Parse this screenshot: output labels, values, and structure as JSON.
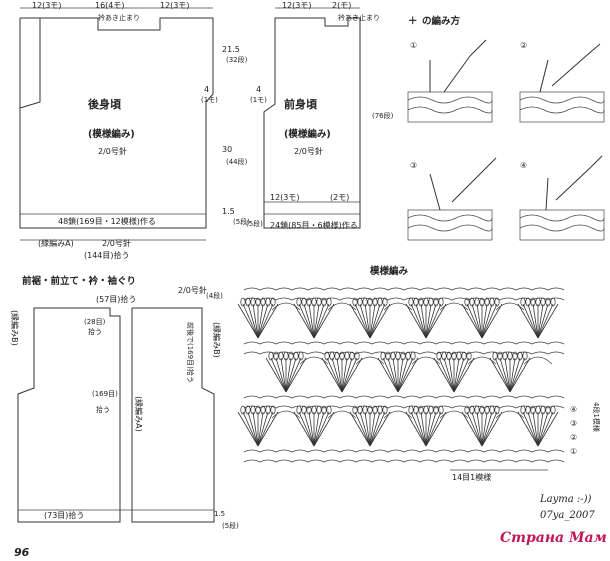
{
  "back": {
    "title": "後身頃",
    "stitch": "(模様編み)",
    "hook": "2/0号針",
    "top_left": "12(3モ)",
    "top_mid": "16(4モ)",
    "top_right": "12(3モ)",
    "shoulder_note": "衿あき止まり",
    "side_mod": "4",
    "side_mod_unit": "(1モ)",
    "h1": "21.5",
    "h1_rows": "(32段)",
    "h2": "30",
    "h2_rows": "(44段)",
    "h3": "1.5",
    "h3_rows": "(5段)",
    "chain": "48鎖(169目・12模様)作る",
    "edge": "(縁編みA)",
    "edge_hook": "2/0号針",
    "pick": "(144目)拾う"
  },
  "front": {
    "title": "前身頃",
    "stitch": "(模様編み)",
    "hook": "2/0号針",
    "top_left": "12(3モ)",
    "top_right": "2(モ)",
    "shoulder_note": "衿あき止まり",
    "side_mod": "4",
    "side_mod_unit": "(1モ)",
    "h_total": "(76段)",
    "bottom_a": "12(3モ)",
    "bottom_b": "(2モ)",
    "chain": "24鎖(85目・6模様)作る",
    "h3_rows": "(5段)"
  },
  "edging": {
    "title": "前裾・前立て・衿・袖ぐり",
    "hook": "2/0号針",
    "left_label": "(縁編みB)",
    "top_pick": "(57目)拾う",
    "pick_28": "(28目)",
    "pick_28b": "拾う",
    "pick_169": "(169目)",
    "pick_169b": "拾う",
    "edge_a": "(縁編みA)",
    "right_rows": "(4段)",
    "right_pick": "前後で(169目)拾う",
    "right_label": "(縁編みB)",
    "bottom_pick": "(73目)拾う",
    "bottom_rows": "1.5",
    "bottom_rows_unit": "(5段)"
  },
  "howto": {
    "title": "の編み方",
    "steps": [
      "①",
      "②",
      "③",
      "④"
    ]
  },
  "pattern": {
    "title": "模様編み",
    "rows": [
      "④",
      "③",
      "②",
      "①"
    ],
    "rows_label": "4段1模様",
    "repeat": "14目1模様"
  },
  "footer": {
    "page_number": "96",
    "signature": "Layma :-))",
    "date": "07ya_2007",
    "watermark": "Страна Мам"
  }
}
